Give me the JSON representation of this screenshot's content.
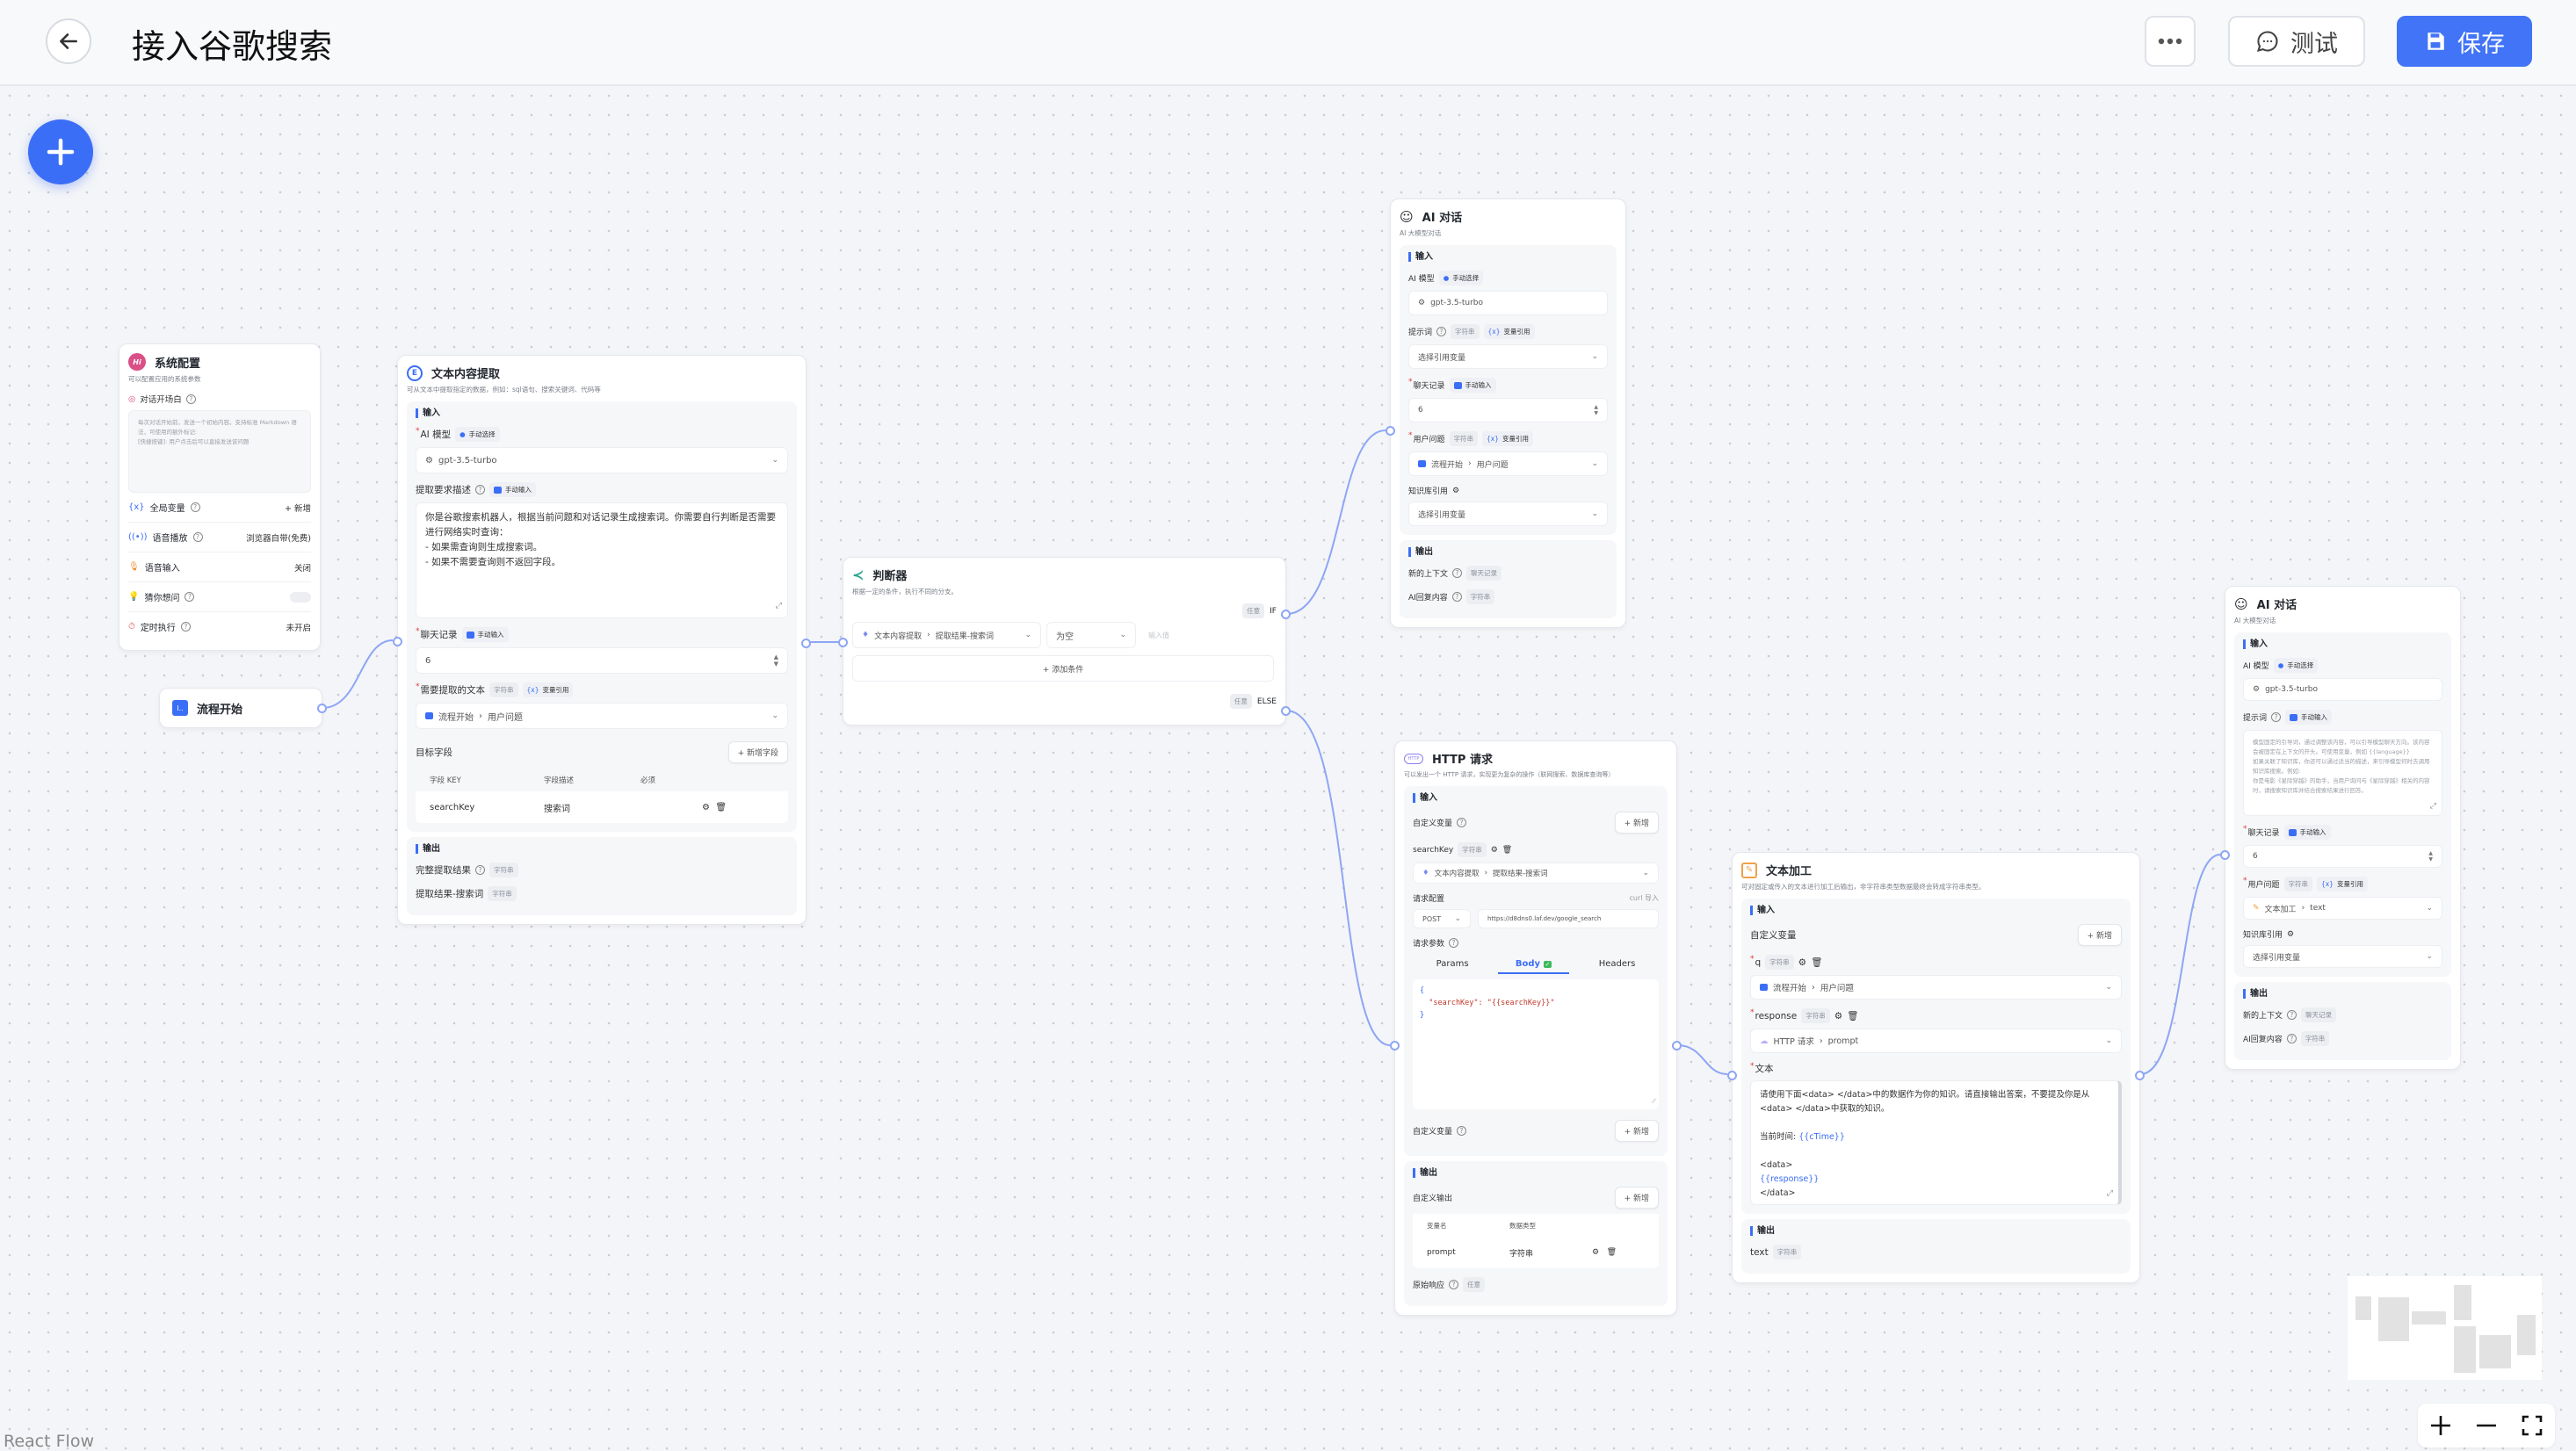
{
  "header": {
    "title": "接入谷歌搜索",
    "test_label": "测试",
    "save_label": "保存"
  },
  "canvas": {
    "watermark": "React Flow"
  },
  "colors": {
    "accent": "#4174f6",
    "edge": "#8da6f5",
    "required": "#e03a3a"
  },
  "system_config": {
    "title": "系统配置",
    "desc": "可以配置应用的系统参数",
    "opening_label": "对话开场白",
    "opening_placeholder": "每次对话开始前，发送一个初始内容。支持标准 Markdown 语法，可使用的额外标记:\n[快捷按键]: 用户点击后可以直接发送该问题",
    "global_vars": "全局变量",
    "global_vars_action": "+ 新增",
    "tts": "语音播放",
    "tts_value": "浏览器自带(免费)",
    "voice_input": "语音输入",
    "voice_input_value": "关闭",
    "guess": "猜你想问",
    "guess_enabled": false,
    "scheduled": "定时执行",
    "scheduled_value": "未开启"
  },
  "flow_start": {
    "title": "流程开始"
  },
  "extract": {
    "title": "文本内容提取",
    "desc": "可从文本中提取指定的数据，例如：sql语句、搜索关键词、代码等",
    "input_label": "输入",
    "model_label": "AI 模型",
    "model_tag": "手动选择",
    "model_value": "gpt-3.5-turbo",
    "prompt_label": "提取要求描述",
    "prompt_tag": "手动输入",
    "prompt_text": "你是谷歌搜索机器人，根据当前问题和对话记录生成搜索词。你需要自行判断是否需要进行网络实时查询：\n- 如果需查询则生成搜索词。\n- 如果不需要查询则不返回字段。",
    "history_label": "聊天记录",
    "history_tag": "手动输入",
    "history_value": "6",
    "text_label": "需要提取的文本",
    "text_type": "字符串",
    "text_tag": "变量引用",
    "text_source": "流程开始",
    "text_field": "用户问题",
    "fields_label": "目标字段",
    "add_field": "+ 新增字段",
    "table_headers": [
      "字段 KEY",
      "字段描述",
      "必须"
    ],
    "rows": [
      {
        "key": "searchKey",
        "desc": "搜索词"
      }
    ],
    "output_label": "输出",
    "outputs": [
      {
        "label": "完整提取结果",
        "type": "字符串"
      },
      {
        "label": "提取结果-搜索词",
        "type": "字符串"
      }
    ]
  },
  "judge": {
    "title": "判断器",
    "desc": "根据一定的条件，执行不同的分支。",
    "if_tag": "任意",
    "if_label": "IF",
    "condition_source": "文本内容提取",
    "condition_field": "提取结果-搜索词",
    "operator": "为空",
    "value_placeholder": "输入值",
    "add_condition": "+ 添加条件",
    "else_tag": "任意",
    "else_label": "ELSE"
  },
  "ai_chat_1": {
    "title": "AI 对话",
    "desc": "AI 大模型对话",
    "input_label": "输入",
    "model_label": "AI 模型",
    "model_tag": "手动选择",
    "model_value": "gpt-3.5-turbo",
    "prompt_label": "提示词",
    "prompt_type": "字符串",
    "prompt_tag": "变量引用",
    "prompt_value": "选择引用变量",
    "history_label": "聊天记录",
    "history_tag": "手动输入",
    "history_value": "6",
    "question_label": "用户问题",
    "question_type": "字符串",
    "question_tag": "变量引用",
    "question_source": "流程开始",
    "question_field": "用户问题",
    "kb_label": "知识库引用",
    "kb_value": "选择引用变量",
    "output_label": "输出",
    "outputs": [
      {
        "label": "新的上下文",
        "type": "聊天记录"
      },
      {
        "label": "AI回复内容",
        "type": "字符串"
      }
    ]
  },
  "http": {
    "title": "HTTP 请求",
    "desc": "可以发出一个 HTTP 请求，实现更为复杂的操作（联网搜索、数据库查询等）",
    "input_label": "输入",
    "custom_vars_label": "自定义变量",
    "add": "+ 新增",
    "var_name": "searchKey",
    "var_type": "字符串",
    "var_source": "文本内容提取",
    "var_field": "提取结果-搜索词",
    "config_label": "请求配置",
    "curl_import": "curl 导入",
    "method": "POST",
    "url": "https://d8dns0.laf.dev/google_search",
    "params_label": "请求参数",
    "tabs": [
      "Params",
      "Body",
      "Headers"
    ],
    "active_tab": "Body",
    "body_lines": [
      "{",
      "  \"searchKey\": \"{{searchKey}}\"",
      "}"
    ],
    "custom_vars_label_2": "自定义变量",
    "output_label": "输出",
    "custom_output_label": "自定义输出",
    "out_headers": [
      "变量名",
      "数据类型"
    ],
    "out_rows": [
      {
        "name": "prompt",
        "type": "字符串"
      }
    ],
    "raw_label": "原始响应",
    "raw_type": "任意"
  },
  "text_process": {
    "title": "文本加工",
    "desc": "可对固定或传入的文本进行加工后输出，非字符串类型数据最终会转成字符串类型。",
    "input_label": "输入",
    "custom_vars_label": "自定义变量",
    "add": "+ 新增",
    "vars": [
      {
        "name": "q",
        "type": "字符串",
        "source": "流程开始",
        "field": "用户问题"
      },
      {
        "name": "response",
        "type": "字符串",
        "source": "HTTP 请求",
        "field": "prompt"
      }
    ],
    "text_label": "文本",
    "text_line1": "请使用下面<data> </data>中的数据作为你的知识。请直接输出答案，不要提及你是从<data> </data>中获取的知识。",
    "time_prefix": "当前时间: ",
    "time_var": "{{cTime}}",
    "data_open": "<data>",
    "response_var": "{{response}}",
    "data_close": "</data>",
    "output_label": "输出",
    "output_name": "text",
    "output_type": "字符串"
  },
  "ai_chat_2": {
    "title": "AI 对话",
    "desc": "AI 大模型对话",
    "input_label": "输入",
    "model_label": "AI 模型",
    "model_tag": "手动选择",
    "model_value": "gpt-3.5-turbo",
    "prompt_label": "提示词",
    "prompt_tag": "手动输入",
    "prompt_placeholder": "模型固定的引导词，通过调整该内容，可以引导模型聊天方向。该内容会被固定在上下文的开头。可使用变量，例如 {{language}}\n如果关联了知识库，你还可以通过适当的描述，来引导模型何时去调用知识库搜索。例如:\n你是电影《星际穿越》的助手，当用户询问与《星际穿越》相关的内容时，请搜索知识库并结合搜索结果进行回答。",
    "history_label": "聊天记录",
    "history_tag": "手动输入",
    "history_value": "6",
    "question_label": "用户问题",
    "question_type": "字符串",
    "question_tag": "变量引用",
    "question_source": "文本加工",
    "question_field": "text",
    "kb_label": "知识库引用",
    "kb_value": "选择引用变量",
    "output_label": "输出",
    "outputs": [
      {
        "label": "新的上下文",
        "type": "聊天记录"
      },
      {
        "label": "AI回复内容",
        "type": "字符串"
      }
    ]
  }
}
